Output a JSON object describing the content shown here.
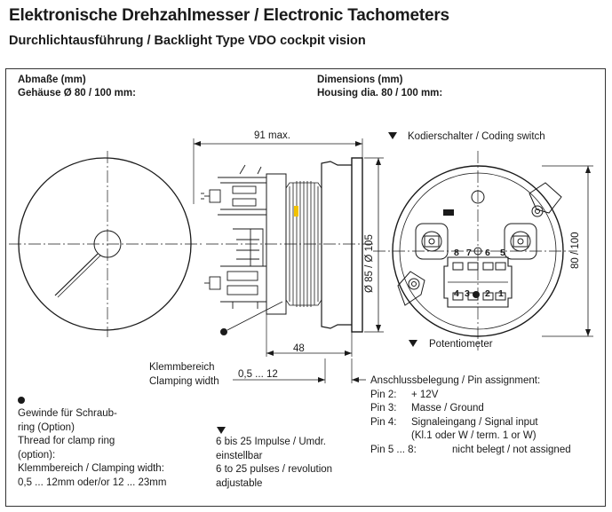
{
  "header": {
    "title": "Elektronische Drehzahlmesser / Electronic Tachometers",
    "subtitle": "Durchlichtausführung / Backlight Type  VDO cockpit vision"
  },
  "left_heading": {
    "line1": "Abmaße (mm)",
    "line2": "Gehäuse Ø 80 / 100 mm:"
  },
  "right_heading": {
    "line1": "Dimensions (mm)",
    "line2": "Housing dia. 80 / 100 mm:"
  },
  "dimensions": {
    "depth": "91 max.",
    "diameter": "Ø 85 / Ø 105",
    "rear_depth": "48",
    "clamp_range": "0,5 ... 12",
    "rear_dia": "80 / 100"
  },
  "legend": {
    "coding_switch": "Kodierschalter / Coding switch",
    "potentiometer": "Potentiometer"
  },
  "clamping": {
    "line1": "Klemmbereich",
    "line2": "Clamping width"
  },
  "pin_labels": {
    "p8": "8",
    "p7": "7",
    "p6": "6",
    "p5": "5",
    "p4": "4",
    "p3": "3",
    "p2": "2",
    "p1": "1"
  },
  "note_thread": {
    "line1": "Gewinde für Schraub-",
    "line2": "ring (Option)",
    "line3": "Thread for clamp ring",
    "line4": "(option):",
    "line5": "Klemmbereich / Clamping width:",
    "line6": "0,5 ... 12mm oder/or 12 ... 23mm"
  },
  "note_pulses": {
    "line1": "6 bis 25 Impulse / Umdr.",
    "line2": "einstellbar",
    "line3": "6 to 25 pulses / revolution",
    "line4": "adjustable"
  },
  "pin_assignment": {
    "title": "Anschlussbelegung / Pin assignment:",
    "pins": [
      {
        "pin": "Pin 2:",
        "desc": "+ 12V"
      },
      {
        "pin": "Pin 3:",
        "desc": "Masse / Ground"
      },
      {
        "pin": "Pin 4:",
        "desc": "Signaleingang / Signal input"
      },
      {
        "pin": "",
        "desc": "(Kl.1 oder W / term. 1 or W)"
      },
      {
        "pin": "Pin 5 ... 8:",
        "desc": "nicht belegt / not assigned"
      }
    ]
  },
  "colors": {
    "ink": "#1a1a1a",
    "marker": "#f2c200",
    "background": "#ffffff"
  },
  "icons": {
    "triangle": "black-down-triangle-icon",
    "dot": "black-dot-icon"
  }
}
